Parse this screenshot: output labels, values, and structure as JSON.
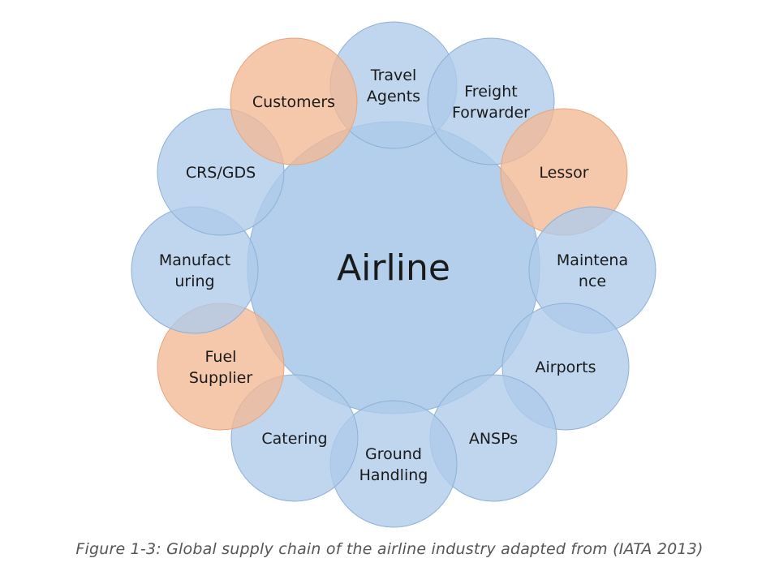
{
  "diagram": {
    "center": {
      "label": "Airline",
      "color": "#aecbea"
    },
    "colors": {
      "blue": "#aecbea",
      "orange": "#f3b994",
      "outline": "#8eb0d6"
    },
    "nodes": [
      {
        "id": "travel-agents",
        "lines": [
          "Travel",
          "Agents"
        ],
        "color": "blue"
      },
      {
        "id": "freight-forwarder",
        "lines": [
          "Freight",
          "Forwarder"
        ],
        "color": "blue"
      },
      {
        "id": "lessor",
        "lines": [
          "Lessor"
        ],
        "color": "orange"
      },
      {
        "id": "maintenance",
        "lines": [
          "Maintena",
          "nce"
        ],
        "color": "blue"
      },
      {
        "id": "airports",
        "lines": [
          "Airports"
        ],
        "color": "blue"
      },
      {
        "id": "ansps",
        "lines": [
          "ANSPs"
        ],
        "color": "blue"
      },
      {
        "id": "ground-handling",
        "lines": [
          "Ground",
          "Handling"
        ],
        "color": "blue"
      },
      {
        "id": "catering",
        "lines": [
          "Catering"
        ],
        "color": "blue"
      },
      {
        "id": "fuel-supplier",
        "lines": [
          "Fuel",
          "Supplier"
        ],
        "color": "orange"
      },
      {
        "id": "manufacturing",
        "lines": [
          "Manufact",
          "uring"
        ],
        "color": "blue"
      },
      {
        "id": "crs-gds",
        "lines": [
          "CRS/GDS"
        ],
        "color": "blue"
      },
      {
        "id": "customers",
        "lines": [
          "Customers"
        ],
        "color": "orange"
      }
    ]
  },
  "caption": "Figure 1-3: Global supply chain of the airline industry adapted from (IATA 2013)"
}
